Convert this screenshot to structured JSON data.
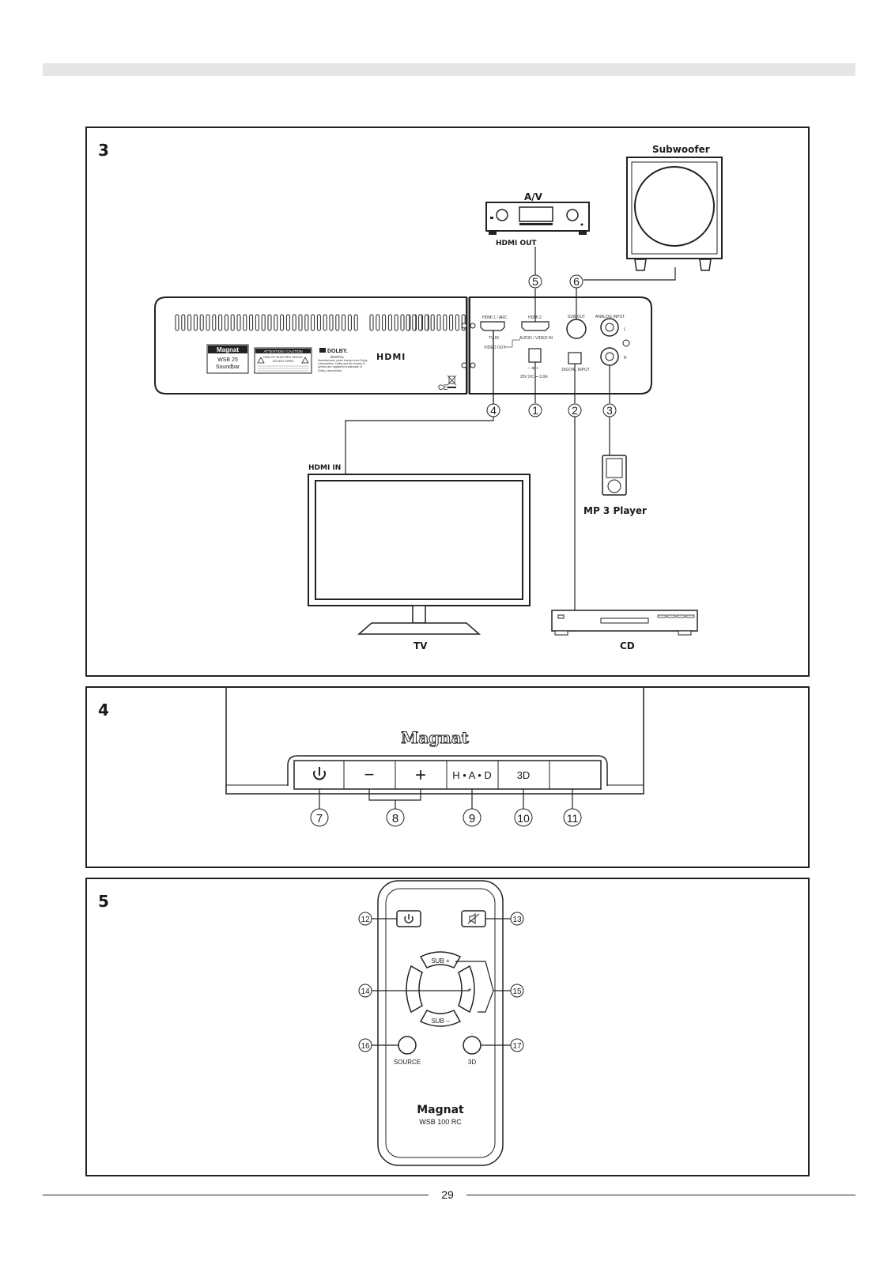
{
  "page_number": "29",
  "figure3": {
    "number": "3",
    "labels": {
      "subwoofer": "Subwoofer",
      "av": "A/V",
      "hdmi_out": "HDMI OUT",
      "hdmi_in": "HDMI IN",
      "mp3_player": "MP 3 Player",
      "tv": "TV",
      "cd": "CD"
    },
    "soundbar": {
      "brand": "Magnat",
      "model": "WSB 25",
      "type": "Soundbar",
      "attention": "ATTENTION / CAUTION",
      "risk_line1": "RISK OF ELECTRIC SHOCK",
      "risk_line2": "DO NOT OPEN",
      "dolby": "DOLBY.",
      "dolby_sub": "DIGITAL",
      "dolby_note": "Manufactured under license from Dolby Laboratories. Dolby and the double-D symbol are registered trademark of Dolby Laboratories.",
      "hdmi_logo": "HDMI",
      "ce_mark": "CE",
      "ports": {
        "hdmi1": "HDMI 1 / ARC",
        "tv_in": "TV IN",
        "video_out": "VIDEO OUT",
        "hdmi2": "HDMI 2",
        "audio_video_in": "AUDIO / VIDEO IN",
        "sub_out": "SUB OUT",
        "analog_input": "ANALOG INPUT",
        "analog_l": "L",
        "analog_r": "R",
        "power": "25V DC ⎓ 3.0A",
        "digital_input": "DIGITAL INPUT"
      }
    },
    "callouts": [
      "⑤",
      "⑥",
      "④",
      "①",
      "②",
      "③"
    ]
  },
  "figure4": {
    "number": "4",
    "brand": "Magnat",
    "buttons": {
      "power_icon": "power-icon",
      "minus": "−",
      "plus": "+",
      "had": "H • A • D",
      "three_d": "3D"
    },
    "callouts": [
      "⑦",
      "⑧",
      "⑨",
      "⑩",
      "⑪"
    ]
  },
  "figure5": {
    "number": "5",
    "remote": {
      "sub_plus": "SUB +",
      "sub_minus": "SUB –",
      "minus": "–",
      "plus": "+",
      "source": "SOURCE",
      "three_d": "3D",
      "brand": "Magnat",
      "model": "WSB 100 RC"
    },
    "callouts": [
      "⑫",
      "⑬",
      "⑭",
      "⑮",
      "⑯",
      "⑰"
    ]
  }
}
